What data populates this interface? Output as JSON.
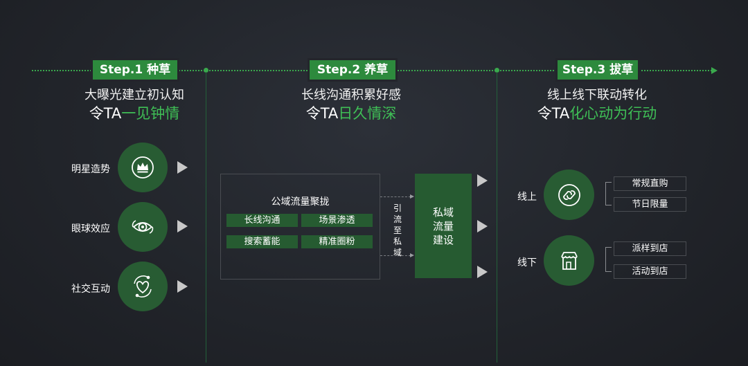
{
  "colors": {
    "accent": "#2d8a3d",
    "accent_text": "#3fbf56",
    "panel": "#265b31",
    "bg": "#22252b"
  },
  "steps": [
    {
      "badge": "Step.1 种草",
      "line1": "大曝光建立初认知",
      "line2_prefix": "令TA",
      "line2_highlight": "一见钟情",
      "items": [
        {
          "label": "明星造势",
          "icon": "crown-icon"
        },
        {
          "label": "眼球效应",
          "icon": "eye-icon"
        },
        {
          "label": "社交互动",
          "icon": "heart-cycle-icon"
        }
      ]
    },
    {
      "badge": "Step.2 养草",
      "line1": "长线沟通积累好感",
      "line2_prefix": "令TA",
      "line2_highlight": "日久情深",
      "public_title": "公域流量聚拢",
      "public_items": [
        "长线沟通",
        "场景渗透",
        "搜索蓄能",
        "精准圈粉"
      ],
      "flow_label": "引流至私域",
      "flow_chars": [
        "引",
        "流",
        "至",
        "私",
        "域"
      ],
      "private_lines": [
        "私域",
        "流量",
        "建设"
      ]
    },
    {
      "badge": "Step.3 拔草",
      "line1": "线上线下联动转化",
      "line2_prefix": "令TA",
      "line2_highlight": "化心动为行动",
      "online": {
        "label": "线上",
        "icon": "link-icon",
        "items": [
          "常规直购",
          "节日限量"
        ]
      },
      "offline": {
        "label": "线下",
        "icon": "store-icon",
        "items": [
          "派样到店",
          "活动到店"
        ]
      }
    }
  ]
}
